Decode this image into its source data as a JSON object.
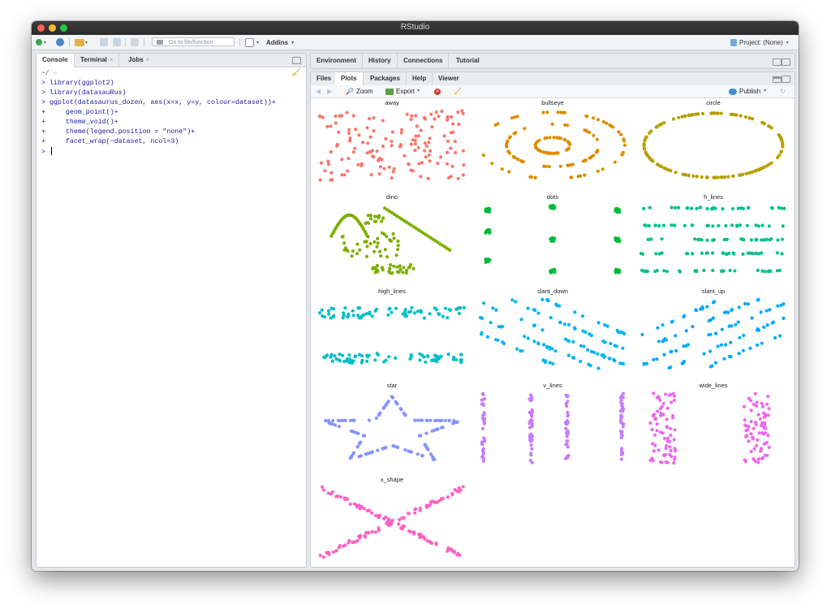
{
  "window": {
    "title": "RStudio"
  },
  "toolbar": {
    "goto_placeholder": "Go to file/function",
    "addins_label": "Addins",
    "project_label": "Project: (None)"
  },
  "console_pane": {
    "tabs": [
      "Console",
      "Terminal",
      "Jobs"
    ],
    "path": "~/",
    "lines": [
      "> library(ggplot2)",
      "> library(datasauRus)",
      "> ggplot(datasaurus_dozen, aes(x=x, y=y, colour=dataset))+",
      "+     geom_point()+",
      "+     theme_void()+",
      "+     theme(legend.position = \"none\")+",
      "+     facet_wrap(~dataset, ncol=3)",
      "> "
    ]
  },
  "env_pane": {
    "tabs": [
      "Environment",
      "History",
      "Connections",
      "Tutorial"
    ]
  },
  "files_pane": {
    "tabs": [
      "Files",
      "Plots",
      "Packages",
      "Help",
      "Viewer"
    ],
    "zoom_label": "Zoom",
    "export_label": "Export",
    "publish_label": "Publish"
  },
  "chart_data": {
    "type": "scatter",
    "layout": "facet_wrap ncol=3",
    "facets": [
      {
        "name": "away",
        "color": "#F8766D"
      },
      {
        "name": "bullseye",
        "color": "#DE8C00"
      },
      {
        "name": "circle",
        "color": "#B79F00"
      },
      {
        "name": "dino",
        "color": "#7CAE00"
      },
      {
        "name": "dots",
        "color": "#00BA38"
      },
      {
        "name": "h_lines",
        "color": "#00C08B"
      },
      {
        "name": "high_lines",
        "color": "#00BFC4"
      },
      {
        "name": "slant_down",
        "color": "#00B4F0"
      },
      {
        "name": "slant_up",
        "color": "#00A9FF"
      },
      {
        "name": "star",
        "color": "#8494FF"
      },
      {
        "name": "v_lines",
        "color": "#C77CFF"
      },
      {
        "name": "wide_lines",
        "color": "#ED68ED"
      },
      {
        "name": "x_shape",
        "color": "#FF61C3"
      }
    ]
  }
}
